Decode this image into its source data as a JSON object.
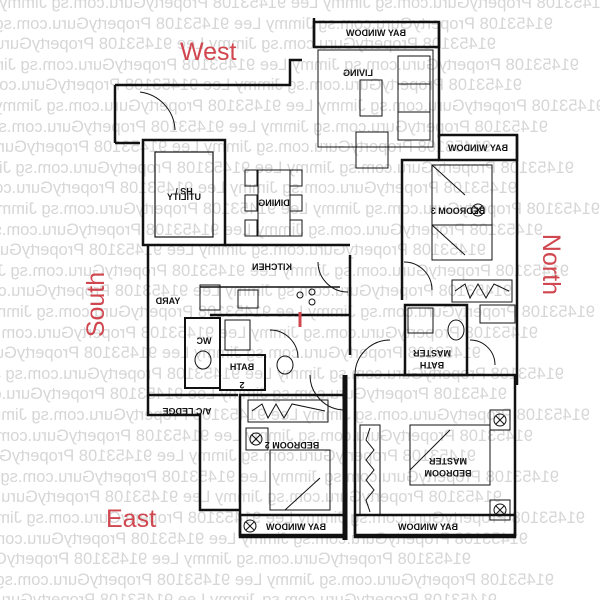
{
  "floorplan": {
    "watermark_text": "91453108 PropertyGuru.com.sg Jimmy Lee ",
    "compass": {
      "west": "West",
      "east": "East",
      "south": "South",
      "north": "North",
      "color": "#d0474f"
    },
    "rooms": {
      "living": "LIVING",
      "dining": "DINING",
      "kitchen": "KITCHEN",
      "yard": "YARD",
      "utility_1": "HS /",
      "utility_2": "UTILITY",
      "wc": "WC",
      "bath2_1": "BATH",
      "bath2_2": "2",
      "ac_ledge": "A/C LEDGE",
      "bedroom2": "BEDROOM 2",
      "bedroom3": "BEDROOM 3",
      "master_bedroom_1": "MASTER",
      "master_bedroom_2": "BEDROOM",
      "master_bath_1": "MASTER",
      "master_bath_2": "BATH",
      "bay_window_living": "BAY WINDOW",
      "bay_window_bed3": "BAY WINDOW",
      "bay_window_bed2": "BAY WINDOW",
      "bay_window_master": "BAY WINDOW"
    }
  }
}
